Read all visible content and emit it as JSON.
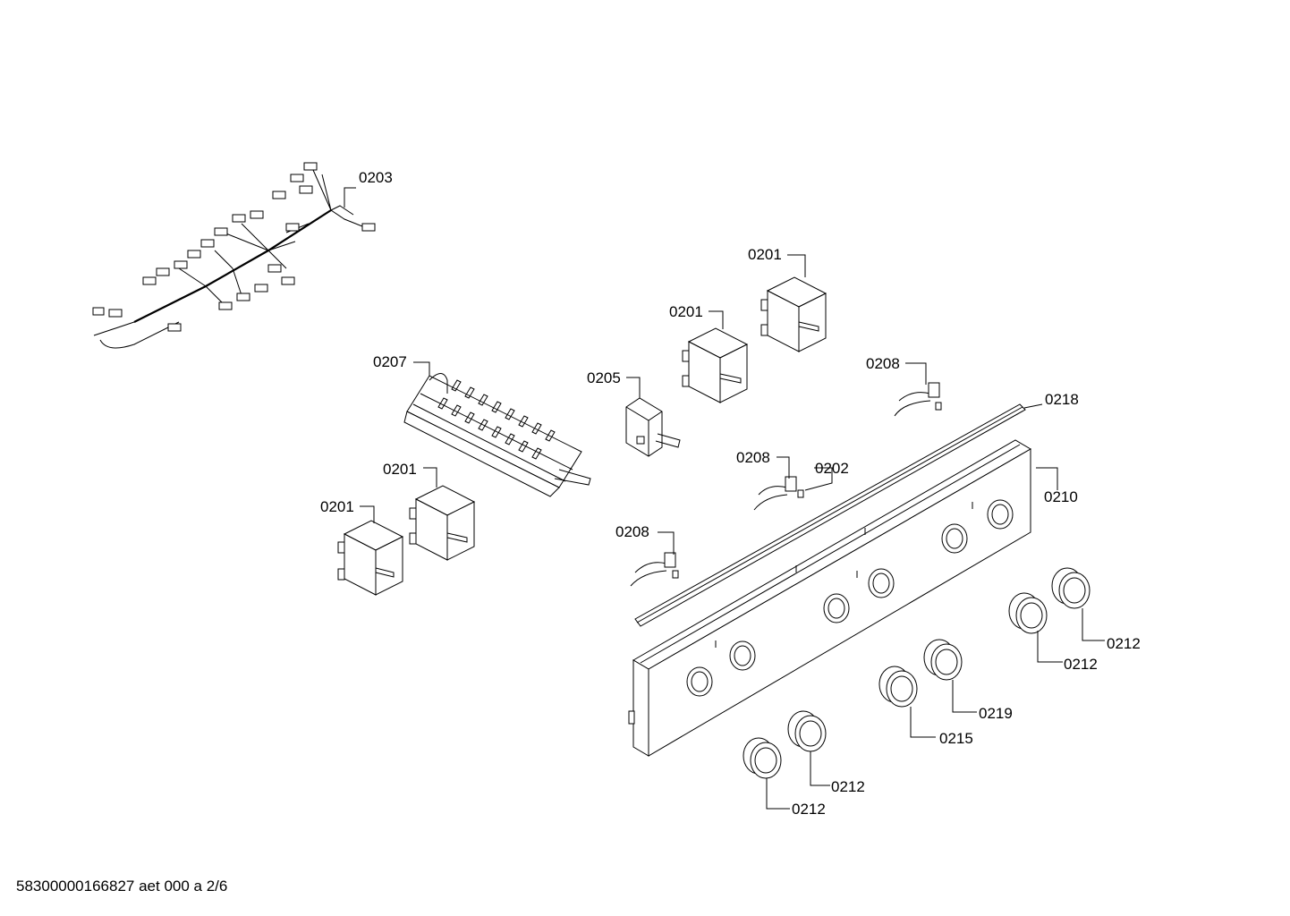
{
  "footer": "58300000166827 aet 000 a 2/6",
  "callouts": {
    "c0203": "0203",
    "c0201a": "0201",
    "c0201b": "0201",
    "c0201c": "0201",
    "c0201d": "0201",
    "c0207": "0207",
    "c0205": "0205",
    "c0208a": "0208",
    "c0208b": "0208",
    "c0208c": "0208",
    "c0202": "0202",
    "c0218": "0218",
    "c0210": "0210",
    "c0212a": "0212",
    "c0212b": "0212",
    "c0212c": "0212",
    "c0212d": "0212",
    "c0219": "0219",
    "c0215": "0215"
  }
}
